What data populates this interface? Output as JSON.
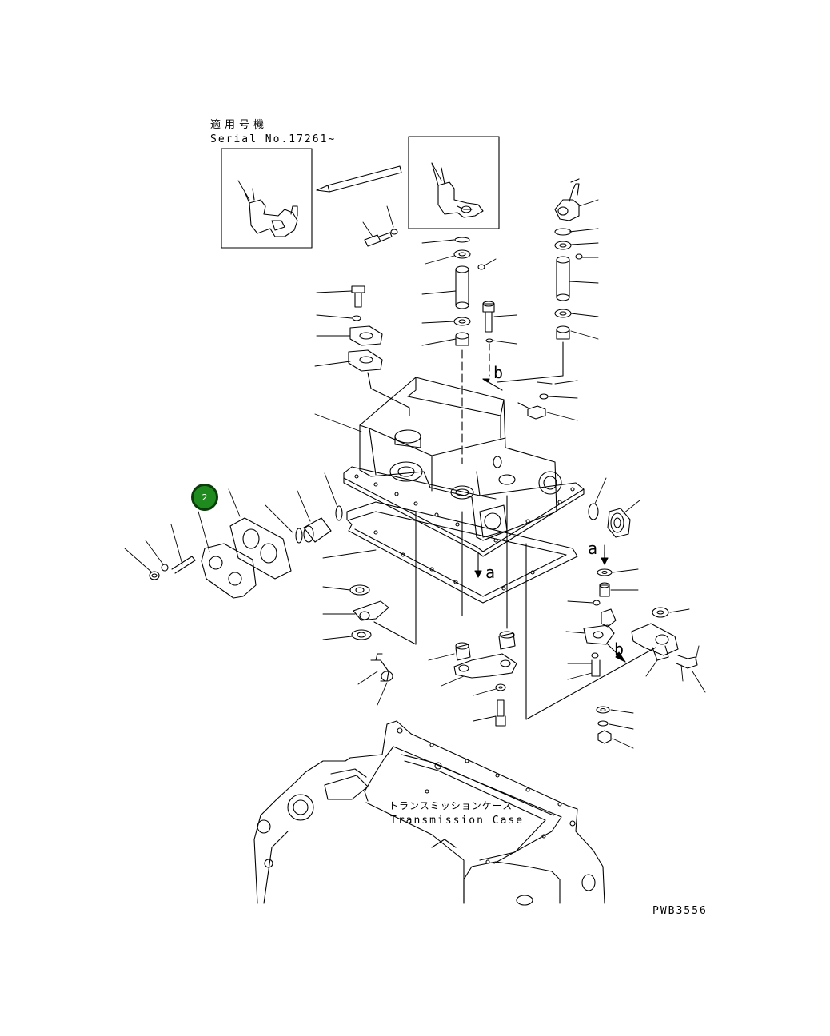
{
  "applicability": {
    "heading_jp": "適用号機",
    "serial": "Serial No.17261~"
  },
  "callout": {
    "label": "2",
    "color": "#1f8b1f"
  },
  "view_marks": {
    "a_upper": "a",
    "a_lower": "a",
    "b_upper": "b",
    "b_lower": "b"
  },
  "transmission_case": {
    "label_jp": "トランスミッションケース",
    "label_en": "Transmission Case"
  },
  "drawing_code": "PWB3556"
}
